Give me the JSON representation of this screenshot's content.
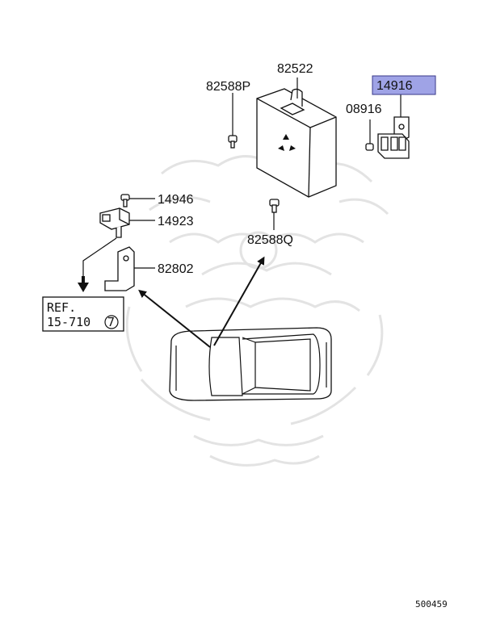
{
  "labels": {
    "p82522": "82522",
    "p82588p": "82588P",
    "p14916": "14916",
    "p08916": "08916",
    "p14946": "14946",
    "p14923": "14923",
    "p82588q": "82588Q",
    "p82802": "82802"
  },
  "reference": {
    "line1": "REF.",
    "line2": "15-710",
    "circle": "7"
  },
  "highlight_color": "#9fa3e6",
  "footer_code": "500459"
}
